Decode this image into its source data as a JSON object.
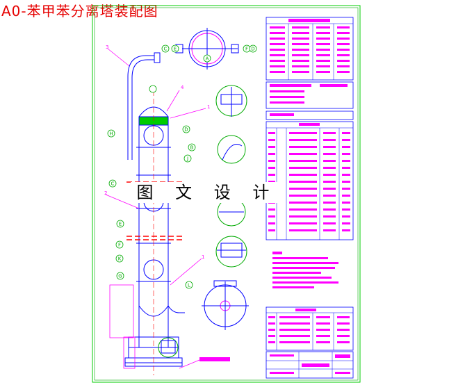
{
  "title": "A0-苯甲苯分离塔装配图",
  "watermark": "图 文 设 计",
  "colors": {
    "line": "#0000ff",
    "label": "#ff00ff",
    "frame": "#00cc00",
    "title": "#e60000",
    "center": "#ff0000",
    "callout": "#00aa00"
  },
  "nozzles_left": [
    "C",
    "E",
    "F",
    "K",
    "G",
    "H"
  ],
  "nozzles_right": [
    "D",
    "B",
    "J",
    "L"
  ],
  "top_view_labels": [
    "C",
    "E",
    "F",
    "D",
    "A"
  ],
  "part_numbers": [
    "3",
    "4",
    "1",
    "2",
    "1"
  ]
}
